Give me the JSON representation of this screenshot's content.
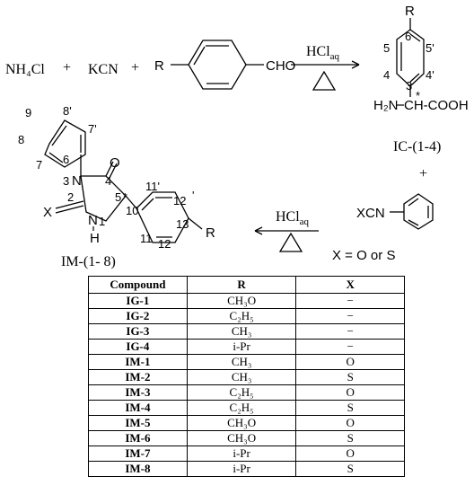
{
  "reactants": {
    "ammonium_chloride": "NH₄Cl",
    "potassium_cyanide": "KCN",
    "plus": "+",
    "aldehyde_r": "R",
    "aldehyde_cho": "CHO"
  },
  "arrow1": {
    "reagent": "HCl",
    "reagent_sub": "aq"
  },
  "product_ic": {
    "r": "R",
    "pos6": "6",
    "pos5": "5",
    "pos5p": "5'",
    "pos4": "4",
    "pos4p": "4'",
    "pos3": "3",
    "star": "*",
    "amine": "H₂N",
    "acid": "CH-COOH",
    "label": "IC-(1-4)",
    "plus_below": "+"
  },
  "isocyanate": {
    "xcn": "XCN",
    "x_note": "X = O or S"
  },
  "arrow2": {
    "reagent": "HCl",
    "reagent_sub": "aq"
  },
  "product_im": {
    "label": "IM-(1- 8)",
    "x": "X",
    "r": "R",
    "nh": "N",
    "h": "H",
    "o": "O",
    "n": "N",
    "ring_nums": {
      "n3": "3",
      "n1": "1",
      "c2": "2",
      "c4": "4",
      "c5": "5",
      "star": "*",
      "p6": "6",
      "p7": "7",
      "p7p": "7'",
      "p8": "8",
      "p8p": "8'",
      "p9": "9",
      "b10": "10",
      "b11": "11",
      "b11p": "11'",
      "b12": "12",
      "b12p": "12",
      "b12q": "'",
      "b13": "13"
    }
  },
  "table": {
    "headers": [
      "Compound",
      "R",
      "X"
    ],
    "rows": [
      [
        "IG-1",
        "CH₃O",
        "−"
      ],
      [
        "IG-2",
        "C₂H₅",
        "−"
      ],
      [
        "IG-3",
        "CH₃",
        "−"
      ],
      [
        "IG-4",
        "i-Pr",
        "−"
      ],
      [
        "IM-1",
        "CH₃",
        "O"
      ],
      [
        "IM-2",
        "CH₃",
        "S"
      ],
      [
        "IM-3",
        "C₂H₅",
        "O"
      ],
      [
        "IM-4",
        "C₂H₅",
        "S"
      ],
      [
        "IM-5",
        "CH₃O",
        "O"
      ],
      [
        "IM-6",
        "CH₃O",
        "S"
      ],
      [
        "IM-7",
        "i-Pr",
        "O"
      ],
      [
        "IM-8",
        "i-Pr",
        "S"
      ]
    ]
  }
}
